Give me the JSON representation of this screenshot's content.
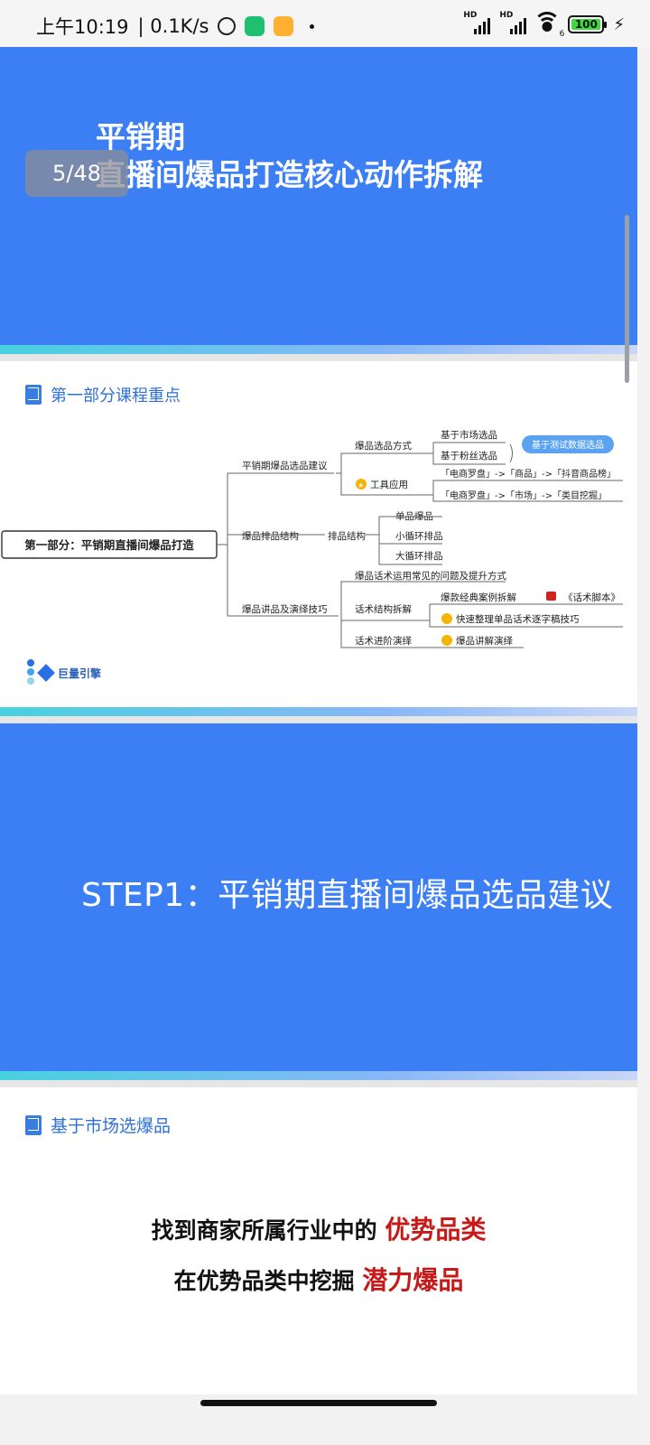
{
  "status_bar": {
    "time": "上午10:19",
    "net_speed": "| 0.1K/s",
    "signal_label_1": "HD",
    "signal_label_2": "HD",
    "wifi_label": "6",
    "battery": "100",
    "icons": [
      "alarm-icon",
      "shield-app-icon",
      "notes-app-icon",
      "dot-icon",
      "signal-icon",
      "wifi-icon",
      "battery-icon",
      "charging-icon"
    ]
  },
  "viewer": {
    "page_indicator": "5/48"
  },
  "slide1": {
    "title_line1": "平销期",
    "title_line2": "直播间爆品打造核心动作拆解"
  },
  "slide2": {
    "section_title": "第一部分课程重点",
    "root": "第一部分：平销期直播间爆品打造",
    "branch1": "平销期爆品选品建议",
    "b1_sub1": "爆品选品方式",
    "b1_sub1_leaf1": "基于市场选品",
    "b1_sub1_leaf2": "基于粉丝选品",
    "b1_sub1_tag": "基于测试数据选品",
    "b1_sub2": "工具应用",
    "b1_sub2_leaf1": "「电商罗盘」->「商品」->「抖音商品榜」",
    "b1_sub2_leaf2": "「电商罗盘」->「市场」->「类目挖掘」",
    "branch2": "爆品排品结构",
    "b2_sub1": "排品结构",
    "b2_leaf1": "单品爆品",
    "b2_leaf2": "小循环排品",
    "b2_leaf3": "大循环排品",
    "branch3": "爆品讲品及演绎技巧",
    "b3_sub1": "爆品话术运用常见的问题及提升方式",
    "b3_sub2": "话术结构拆解",
    "b3_sub2_leaf1": "爆款经典案例拆解",
    "b3_sub2_leaf1_tag": "《话术脚本》",
    "b3_sub2_leaf2": "快速整理单品话术逐字稿技巧",
    "b3_sub3": "话术进阶演绎",
    "b3_sub3_leaf1": "爆品讲解演绎",
    "logo_text": "巨量引擎"
  },
  "slide3": {
    "title": "STEP1：平销期直播间爆品选品建议"
  },
  "slide4": {
    "section_title": "基于市场选爆品",
    "line1_prefix": "找到商家所属行业中的",
    "line1_highlight": "优势品类",
    "line2_prefix": "在优势品类中挖掘",
    "line2_highlight": "潜力爆品"
  },
  "colors": {
    "slide_blue": "#3c7ff5",
    "accent_blue": "#2e6fd9",
    "highlight_red": "#c61a1a",
    "tag_blue": "#5ba3f0"
  }
}
